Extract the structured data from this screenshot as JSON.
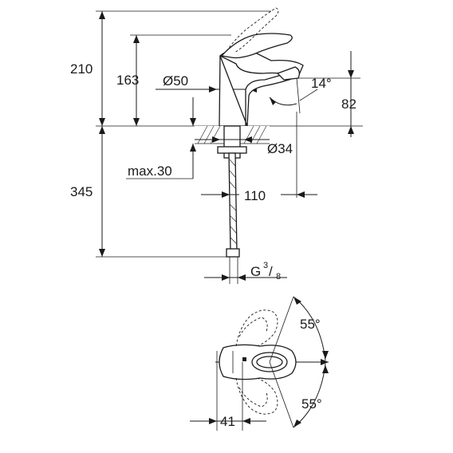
{
  "dimensions": {
    "total_height": "210",
    "spout_height": "163",
    "base_diameter": "Ø50",
    "spout_angle": "14°",
    "spout_clearance": "82",
    "hole_diameter": "Ø34",
    "max_thickness": "max.30",
    "tail_length": "345",
    "projection": "110",
    "thread_main": "G",
    "thread_num": "3",
    "thread_den": "8",
    "swing_up": "55°",
    "swing_down": "55°",
    "top_offset": "41"
  }
}
